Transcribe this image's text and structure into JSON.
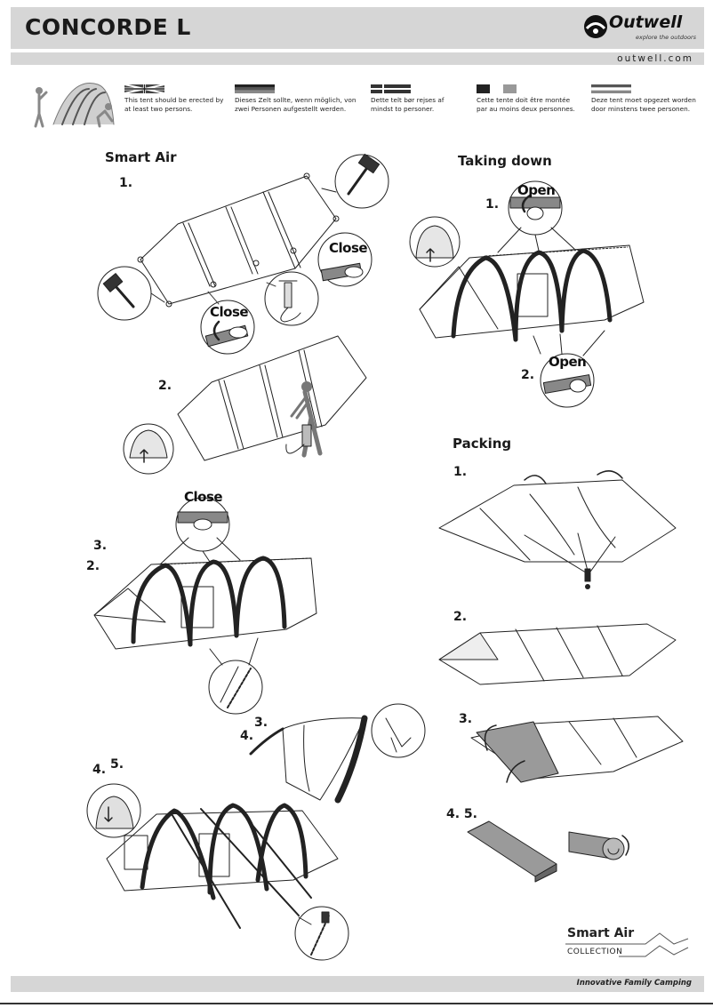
{
  "header": {
    "title": "CONCORDE L",
    "brand": "Outwell",
    "brand_tagline": "explore the outdoors",
    "url": "outwell.com"
  },
  "languages": [
    {
      "code": "en",
      "text": "This tent should be erected by at least two persons."
    },
    {
      "code": "de",
      "text": "Dieses Zelt sollte, wenn möglich, von zwei Personen aufgestellt werden."
    },
    {
      "code": "da",
      "text": "Dette telt bør rejses af mindst to personer."
    },
    {
      "code": "fr",
      "text": "Cette tente doit être montée par au moins deux personnes."
    },
    {
      "code": "nl",
      "text": "Deze tent moet opgezet worden door minstens twee personen."
    }
  ],
  "sections": {
    "smart_air": {
      "title": "Smart Air",
      "steps": [
        "1.",
        "2.",
        "3.",
        "2.",
        "3.",
        "4.",
        "4.",
        "5."
      ],
      "bubbles": [
        "Close",
        "Close",
        "Close"
      ]
    },
    "taking_down": {
      "title": "Taking down",
      "steps": [
        "1.",
        "2."
      ],
      "bubbles": [
        "Open",
        "Open"
      ]
    },
    "packing": {
      "title": "Packing",
      "steps": [
        "1.",
        "2.",
        "3.",
        "4. 5."
      ],
      "warning": "!"
    }
  },
  "collection_logo": {
    "name": "Smart Air",
    "sub": "COLLECTION"
  },
  "footer": {
    "slogan": "Innovative Family Camping"
  },
  "colors": {
    "band_grey": "#d6d6d6",
    "line_dark": "#222222",
    "fill_grey": "#9a9a9a"
  }
}
